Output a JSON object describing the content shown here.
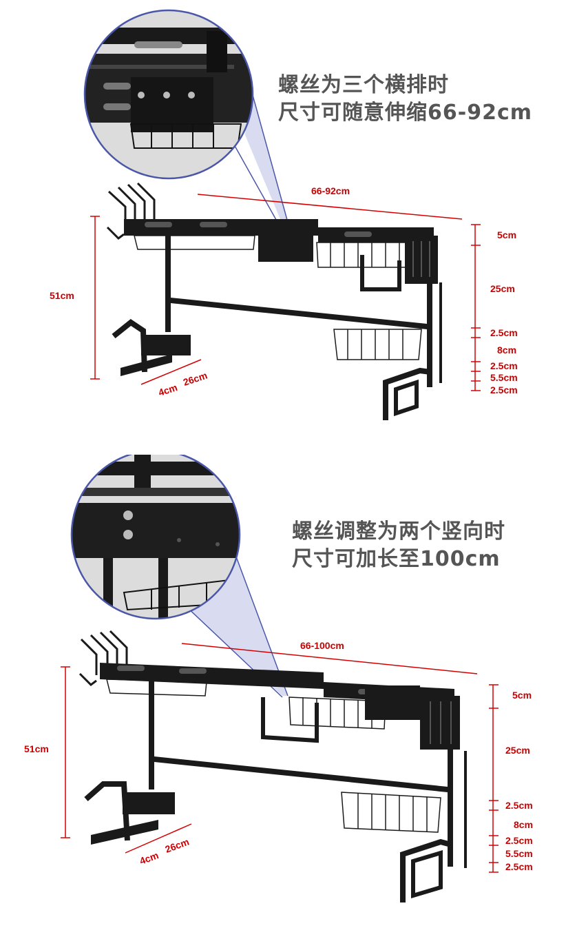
{
  "colors": {
    "dimension_red": "#d40000",
    "rack_black": "#151515",
    "caption_gray": "#555555",
    "zoom_ring": "#4a56a8"
  },
  "top": {
    "caption_line1": "螺丝为三个横排时",
    "caption_line2": "尺寸可随意伸缩66-92cm",
    "width_label": "66-92cm",
    "height_label": "51cm",
    "depth_a": "4cm",
    "depth_b": "26cm",
    "side": [
      "5cm",
      "25cm",
      "2.5cm",
      "8cm",
      "2.5cm",
      "5.5cm",
      "2.5cm"
    ]
  },
  "bottom": {
    "caption_line1": "螺丝调整为两个竖向时",
    "caption_line2": "尺寸可加长至100cm",
    "width_label": "66-100cm",
    "height_label": "51cm",
    "depth_a": "4cm",
    "depth_b": "26cm",
    "side": [
      "5cm",
      "25cm",
      "2.5cm",
      "8cm",
      "2.5cm",
      "5.5cm",
      "2.5cm"
    ]
  }
}
